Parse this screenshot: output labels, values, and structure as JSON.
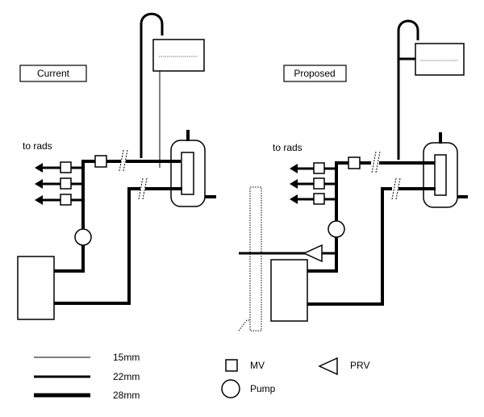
{
  "labels": {
    "current": "Current",
    "proposed": "Proposed",
    "to_rads_left": "to rads",
    "to_rads_right": "to rads"
  },
  "legend": {
    "pipe_15": "15mm",
    "pipe_22": "22mm",
    "pipe_28": "28mm",
    "mv": "MV",
    "pump": "Pump",
    "prv": "PRV"
  },
  "colors": {
    "line": "#000000",
    "background": "#ffffff"
  }
}
